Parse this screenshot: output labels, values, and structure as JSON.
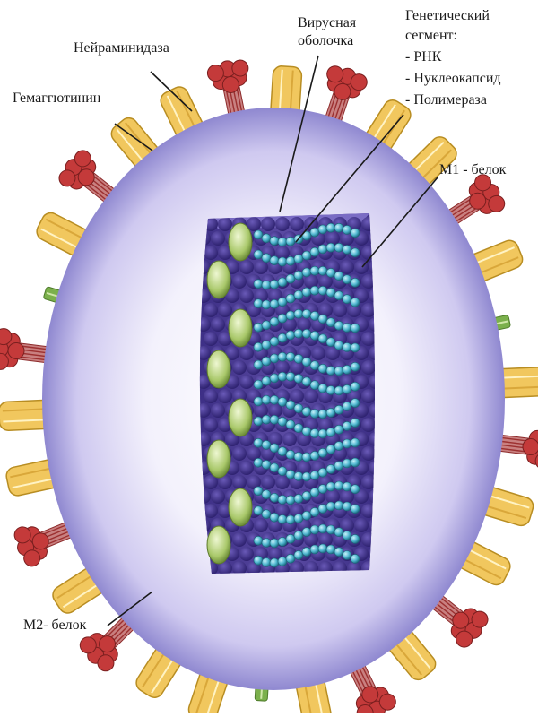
{
  "labels": {
    "neuraminidase": "Нейраминидаза",
    "hemagglutinin": "Гемаггютинин",
    "envelope_line1": "Вирусная",
    "envelope_line2": "оболочка",
    "segment_line1": "Генетический",
    "segment_line2": "сегмент:",
    "segment_item1": "- РНК",
    "segment_item2": "- Нуклеокапсид",
    "segment_item3": "- Полимераза",
    "m1": "М1 - белок",
    "m2": "М2- белок"
  },
  "colors": {
    "outer_halo": "#c9c4ee",
    "envelope": "#8d86cf",
    "matrix": "#5a4aa2",
    "rna_bead": "#4fb6cf",
    "polymerase": "#a9c86a",
    "hemagglutinin": "#f1c75e",
    "neuraminidase": "#c43a3a",
    "m2_channel": "#7bb04c"
  }
}
